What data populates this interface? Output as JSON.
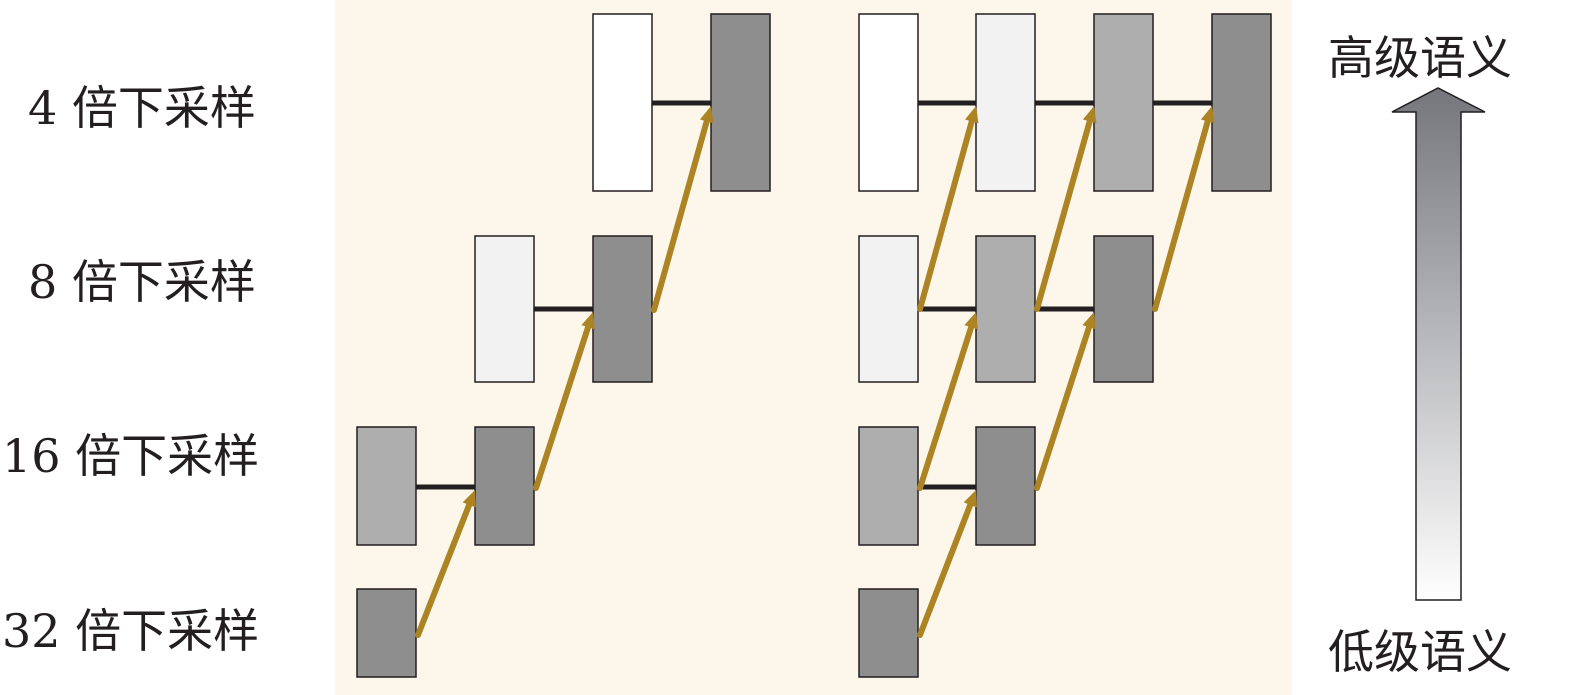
{
  "row_labels": [
    "4 倍下采样",
    "8 倍下采样",
    "16 倍下采样",
    "32 倍下采样"
  ],
  "semantic_axis": {
    "top": "高级语义",
    "bottom": "低级语义"
  },
  "colors": {
    "background": "#fcf7ea",
    "arrow": "#ad8424",
    "connector": "#231f20",
    "box_white": "#ffffff",
    "box_light": "#f2f2f2",
    "box_mid": "#aeaeae",
    "box_dark": "#8f8e8f"
  }
}
